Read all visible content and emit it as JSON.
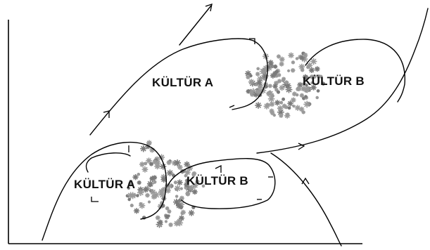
{
  "labels": {
    "upper_culture_a": "KÜLTÜR A",
    "upper_culture_b": "KÜLTÜR B",
    "lower_culture_a": "KÜLTÜR A",
    "lower_culture_b": "KÜLTÜR B"
  },
  "colors": {
    "line": "#000000",
    "text": "#111111",
    "blob": "#9a9a9a",
    "blob_dark": "#7a7a7a"
  }
}
